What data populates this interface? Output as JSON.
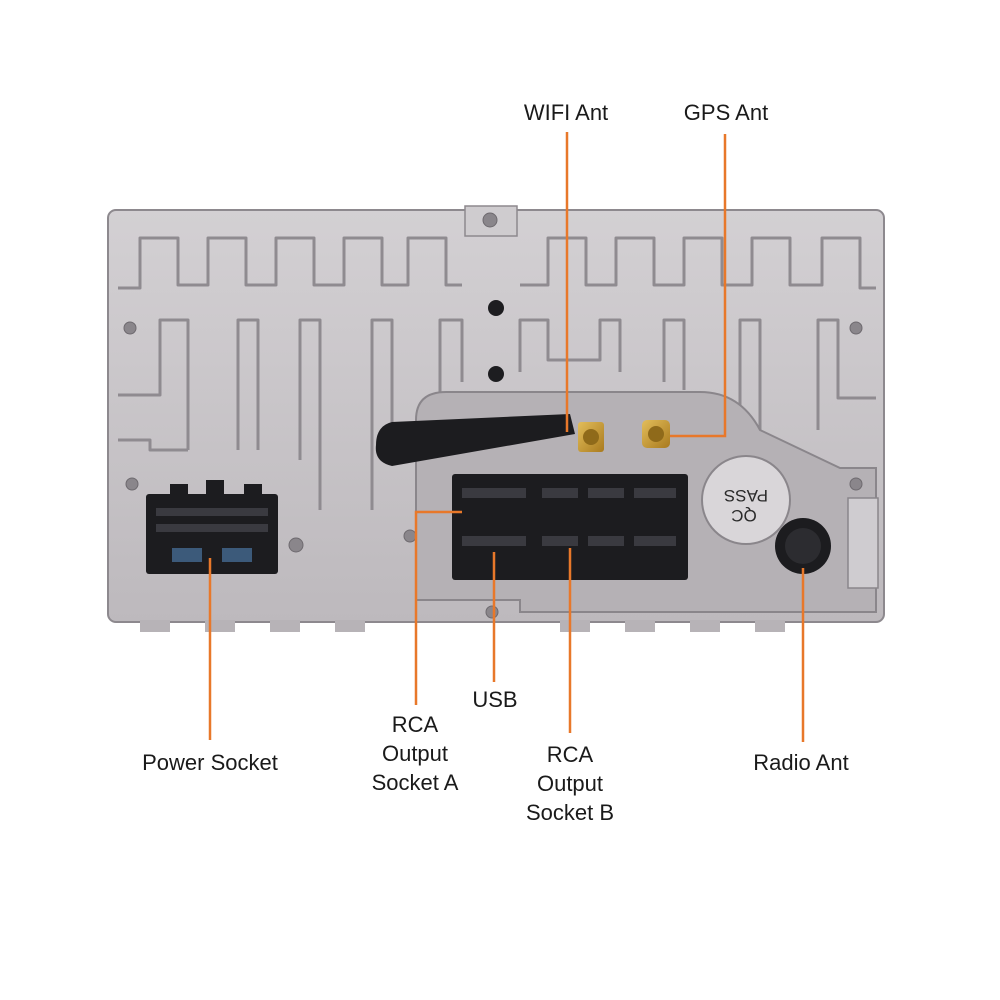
{
  "labels": {
    "wifi_ant": "WIFI Ant",
    "gps_ant": "GPS Ant",
    "usb": "USB",
    "power_socket": "Power Socket",
    "rca_a": [
      "RCA",
      "Output",
      "Socket A"
    ],
    "rca_b": [
      "RCA",
      "Output",
      "Socket B"
    ],
    "radio_ant": "Radio Ant"
  },
  "panel_markings": {
    "qc_stamp": [
      "QC",
      "PASS"
    ]
  },
  "colors": {
    "leader_line": "#e8782a",
    "housing": "#c9c6c9",
    "housing_dark": "#9e9a9f",
    "connector": "#1c1c1f",
    "sma_gold": "#c99b2f",
    "text": "#1a1a1a"
  }
}
